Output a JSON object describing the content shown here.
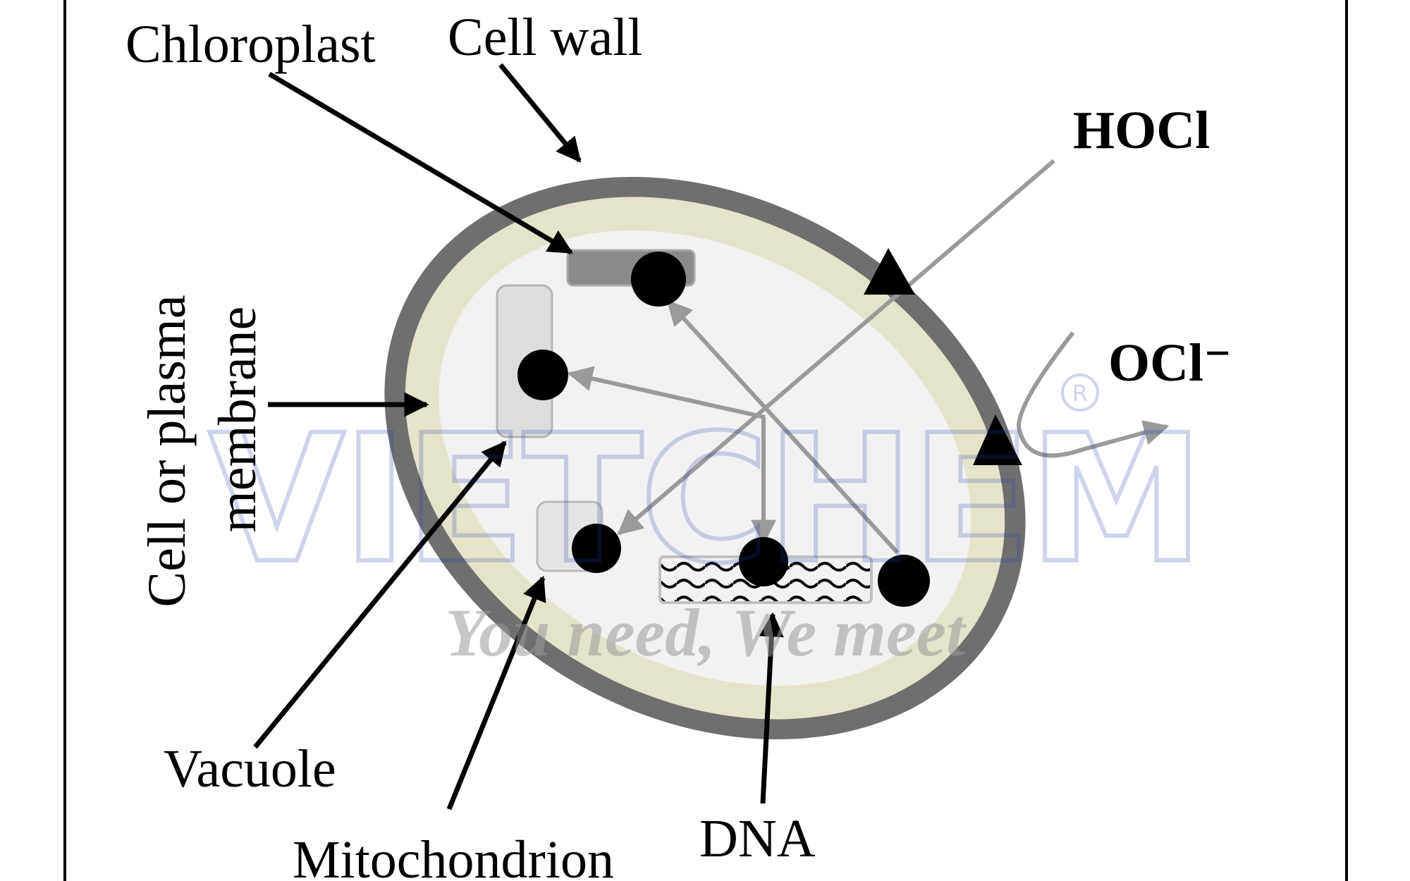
{
  "labels": {
    "chloroplast": "Chloroplast",
    "cell_wall": "Cell wall",
    "hocl": "HOCl",
    "ocl": "OCl⁻",
    "membrane_line1": "Cell or plasma",
    "membrane_line2": "membrane",
    "vacuole": "Vacuole",
    "mitochondrion": "Mitochondrion",
    "dna": "DNA"
  },
  "watermark": {
    "brand": "VIETCHEM",
    "registered": "R",
    "tagline": "You need, We meet"
  },
  "colors": {
    "cell_wall": "#6f6f6f",
    "membrane_band": "#e6e3cb",
    "cytoplasm": "#f2f2f2",
    "arrow_black": "#000000",
    "arrow_gray": "#9a9a9a",
    "watermark": "#1f3fa6"
  }
}
